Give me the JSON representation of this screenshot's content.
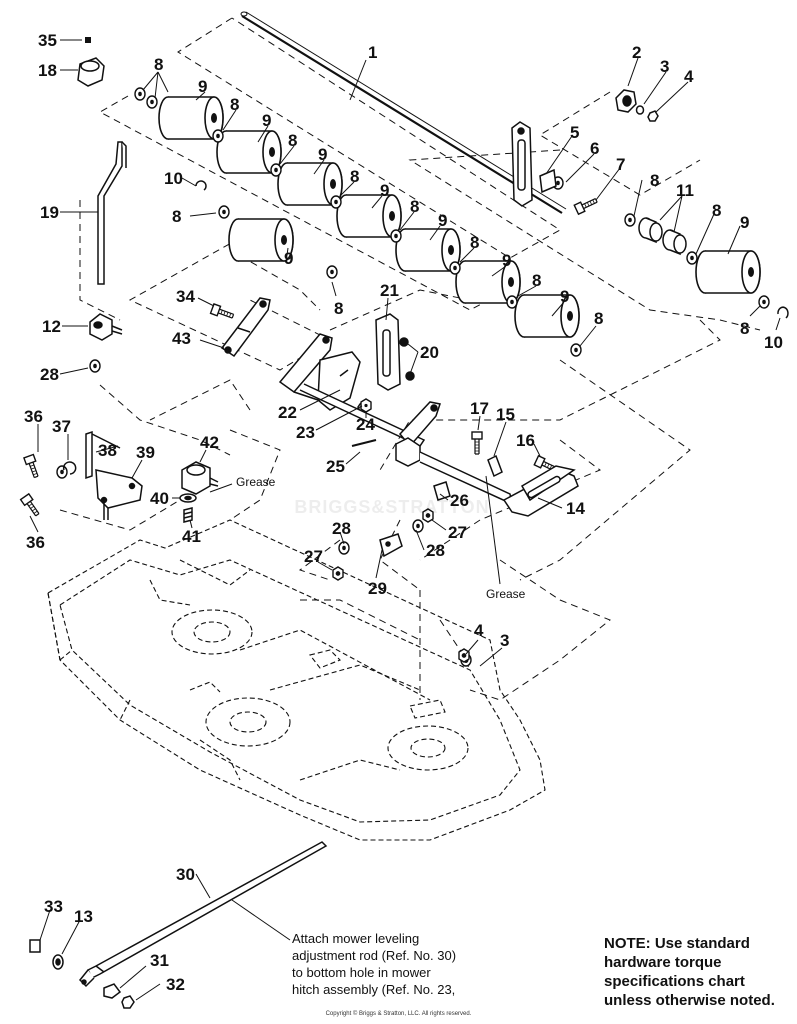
{
  "callouts": {
    "c1": "1",
    "c2": "2",
    "c3": "3",
    "c4": "4",
    "c5": "5",
    "c6": "6",
    "c7": "7",
    "c8": "8",
    "c9": "9",
    "c10": "10",
    "c11": "11",
    "c12": "12",
    "c13": "13",
    "c14": "14",
    "c15": "15",
    "c16": "16",
    "c17": "17",
    "c18": "18",
    "c19": "19",
    "c20": "20",
    "c21": "21",
    "c22": "22",
    "c23": "23",
    "c24": "24",
    "c25": "25",
    "c26": "26",
    "c27": "27",
    "c28": "28",
    "c29": "29",
    "c30": "30",
    "c31": "31",
    "c32": "32",
    "c33": "33",
    "c34": "34",
    "c35": "35",
    "c36": "36",
    "c37": "37",
    "c38": "38",
    "c39": "39",
    "c40": "40",
    "c41": "41",
    "c42": "42",
    "c43": "43"
  },
  "labels": {
    "grease": "Grease"
  },
  "attach_note": {
    "line1": "Attach mower leveling",
    "line2": "adjustment rod (Ref. No. 30)",
    "line3": "to bottom hole in mower",
    "line4": "hitch assembly (Ref. No. 23,"
  },
  "note": {
    "line1": "NOTE:  Use standard",
    "line2": "hardware torque",
    "line3": "specifications chart",
    "line4": "unless otherwise noted."
  },
  "watermark": "BRIGGS&STRATTON",
  "copyright": "Copyright © Briggs & Stratton, LLC. All rights reserved."
}
